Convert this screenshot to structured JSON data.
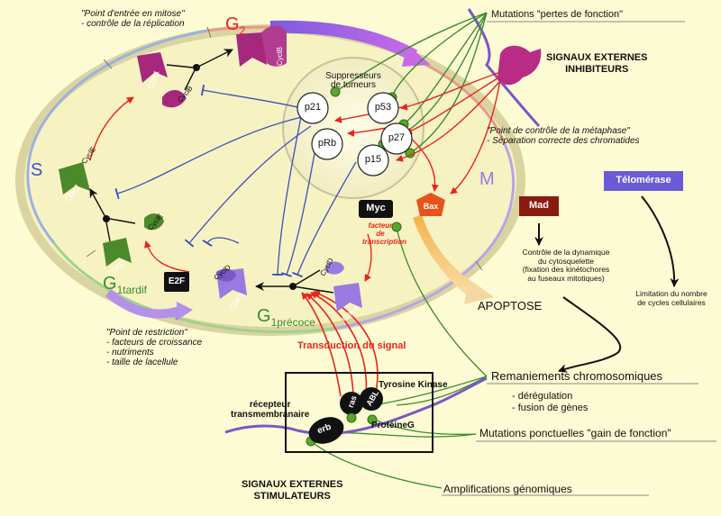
{
  "labels": {
    "entry_mitosis": [
      "\"Point d'entrée en mitose\"",
      "- contrôle de la réplication"
    ],
    "g2": "G",
    "g2_sub": "2",
    "s": "S",
    "m": "M",
    "g1_late": "G",
    "g1_late_sub": "1tardif",
    "g1_early": "G",
    "g1_early_sub": "1précoce",
    "restriction": [
      "\"Point de restriction\"",
      "- facteurs de croissance",
      "- nutriments",
      "- taille de lacellule"
    ],
    "metaphase": [
      "\"Point de contrôle de la métaphase\"",
      "- Séparation correcte des chromatides"
    ],
    "suppressors": [
      "Suppresseurs",
      "de tumeurs"
    ],
    "loss_mutations": "Mutations \"pertes de fonction\"",
    "inhibitory_signals": [
      "SIGNAUX EXTERNES",
      "INHIBITEURS"
    ],
    "stimulatory_signals": [
      "SIGNAUX EXTERNES",
      "STIMULATEURS"
    ],
    "apoptosis": "APOPTOSE",
    "mad": "Mad",
    "telomerase": "Télomérase",
    "cyto_control": [
      "Contrôle de la dynamique",
      "du cytosquelette",
      "(fixation des kinétochores",
      "au fuseaux mitotiques)"
    ],
    "telo_limit": [
      "Limitation du nombre",
      "de cycles cellulaires"
    ],
    "myc": "Myc",
    "transcription_factor": [
      "facteur",
      "de",
      "transcription"
    ],
    "e2f": "E2F",
    "bax": "Bax",
    "signal_transduction": "Transduction du signal",
    "tyrosine_kinase": "Tyrosine Kinase",
    "receptor": [
      "récepteur",
      "transmembranaire"
    ],
    "protein_g": "ProtéineG",
    "erb": "erb",
    "ras": "ras",
    "abl": "ABL",
    "chromo_rearr": "Remaniements chromosomiques",
    "chromo_list": [
      "- dérégulation",
      "- fusion de gènes"
    ],
    "point_mutations": "Mutations ponctuelles \"gain de fonction\"",
    "genomic_amp": "Amplifications génomiques",
    "p21": "p21",
    "p53": "p53",
    "prb": "pRb",
    "p27": "p27",
    "p15": "p15",
    "cdk1": "CDK1",
    "cycb_top": "CyclB",
    "cycb_left": "CyclB",
    "cdk2_a": "CDK2",
    "cycle_a": "CyclE",
    "cdk2_b": "CDK2",
    "cycle_b": "CyclE",
    "cycd_a": "CyclD",
    "cdk4_a": "CDK4",
    "cycd_b": "CyclD",
    "cdk4_b": "CDK4"
  },
  "colors": {
    "background": "#fdfbd3",
    "activation": "#e8241b",
    "inhibition": "#3e4fb8",
    "mutation": "#3a8c2e",
    "cdk": "#a5287d",
    "cyclin_green": "#4b8a2b",
    "mad": "#8b1a10",
    "telomerase": "#6a5ad8"
  }
}
